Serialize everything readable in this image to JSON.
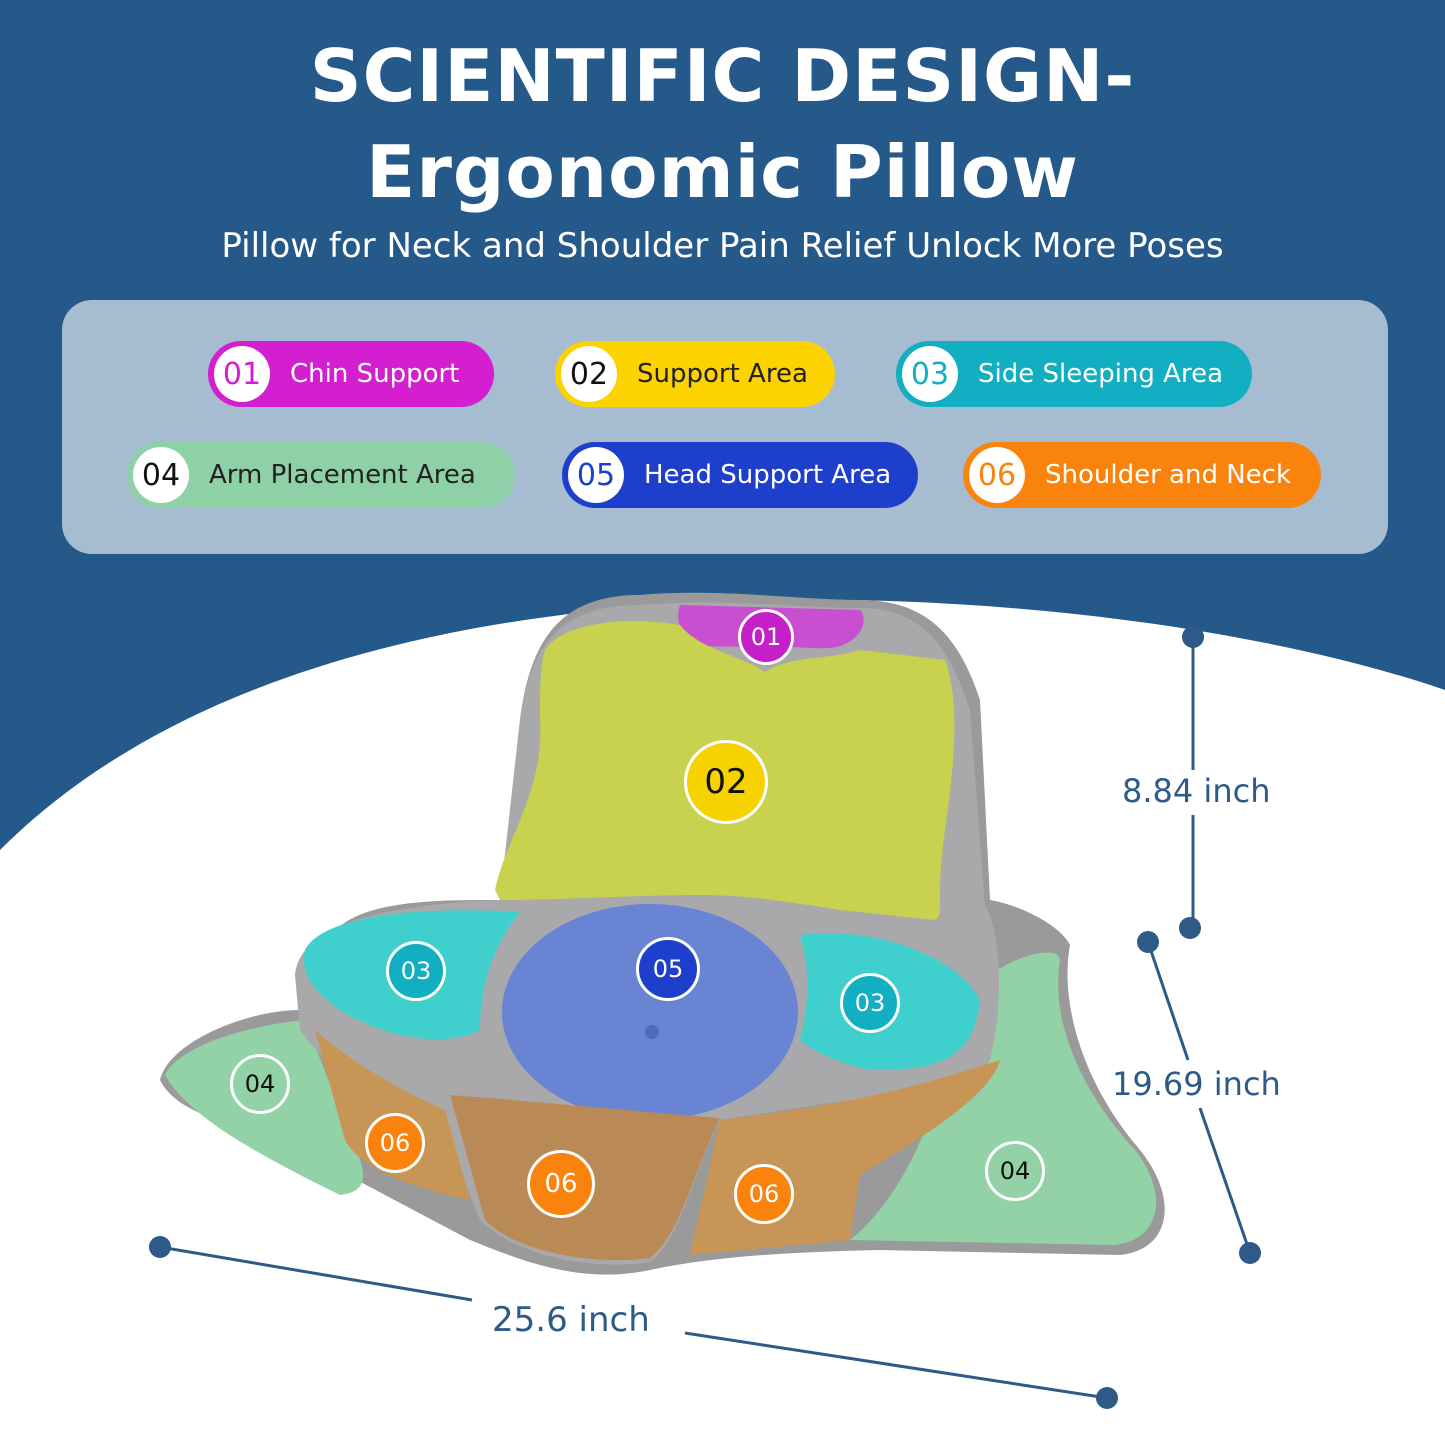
{
  "header": {
    "title_line1": "SCIENTIFIC DESIGN-",
    "title_line2": "Ergonomic Pillow",
    "subtitle": "Pillow for Neck and Shoulder Pain Relief Unlock More Poses"
  },
  "colors": {
    "background_blue": "#24598a",
    "panel": "#a5bcd1",
    "dimension_text": "#2d5a87"
  },
  "legend": [
    {
      "num": "01",
      "label": "Chin Support",
      "color": "#d41fd0"
    },
    {
      "num": "02",
      "label": "Support Area",
      "color": "#fcd300"
    },
    {
      "num": "03",
      "label": "Side Sleeping Area",
      "color": "#12aec1"
    },
    {
      "num": "04",
      "label": "Arm Placement Area",
      "color": "#8fd1a7"
    },
    {
      "num": "05",
      "label": "Head Support Area",
      "color": "#1d3fcc"
    },
    {
      "num": "06",
      "label": "Shoulder and Neck",
      "color": "#f9830d"
    }
  ],
  "dimensions": {
    "height": "8.84 inch",
    "depth": "19.69 inch",
    "width": "25.6 inch"
  },
  "markers": [
    "01",
    "02",
    "03",
    "03",
    "04",
    "04",
    "05",
    "06",
    "06",
    "06"
  ]
}
